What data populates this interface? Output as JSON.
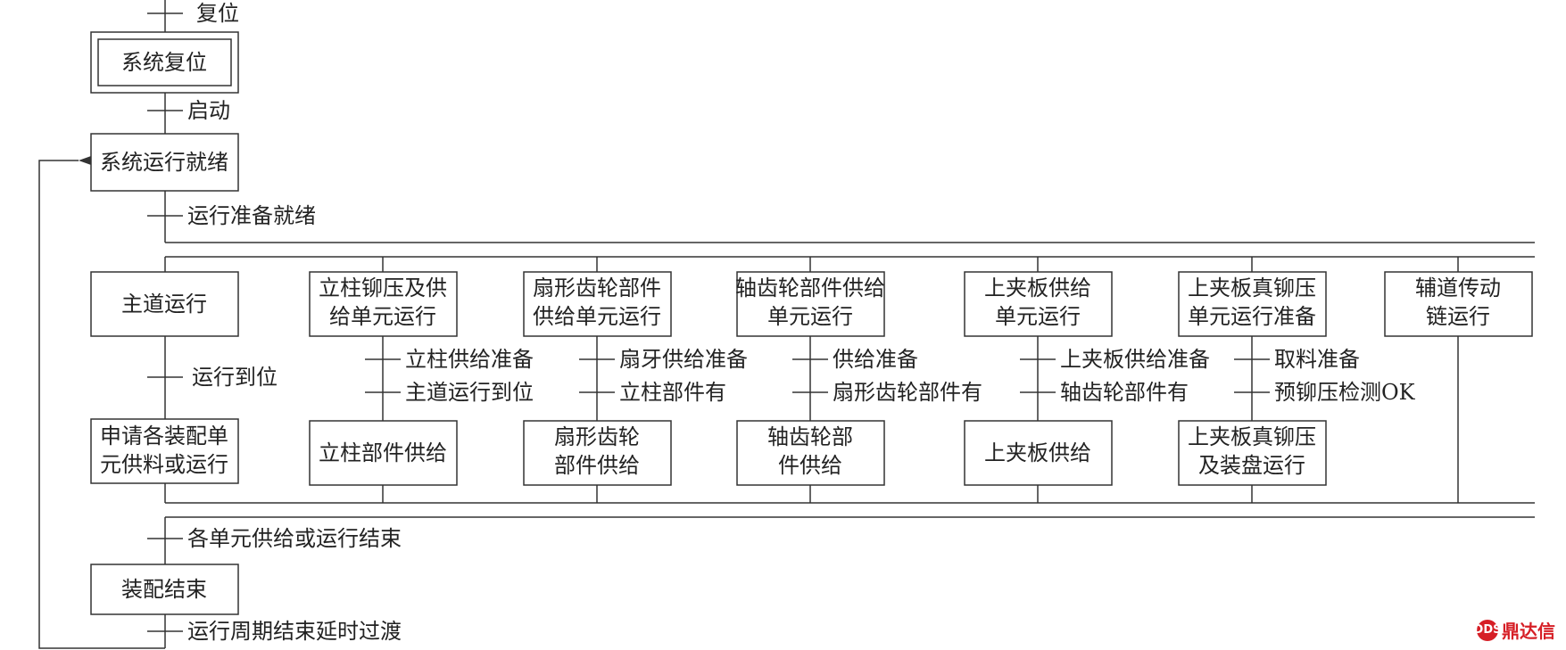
{
  "steps": {
    "reset": "系统复位",
    "ready": "系统运行就绪",
    "main_run": "主道运行",
    "post_apply": "立柱铆压及供给单元运行",
    "sector_unit": "扇形齿轮部件供给单元运行",
    "shaft_unit": "轴齿轮部件供给单元运行",
    "upper_unit": "上夹板供给单元运行",
    "upper_rivet_prep": "上夹板真铆压单元运行准备",
    "aux_chain": "辅道传动链运行",
    "apply_supply": "申请各装配单元供料或运行",
    "post_supply": "立柱部件供给",
    "sector_supply": "扇形齿轮部件供给",
    "shaft_supply": "轴齿轮部件供给",
    "upper_supply": "上夹板供给",
    "upper_rivet_run": "上夹板真铆压及装盘运行",
    "assembly_end": "装配结束"
  },
  "transitions": {
    "t_reset": "复位",
    "t_start": "启动",
    "t_ready": "运行准备就绪",
    "t_arrive": "运行到位",
    "t_post1": "立柱供给准备",
    "t_post2": "主道运行到位",
    "t_sector1": "扇牙供给准备",
    "t_sector2": "立柱部件有",
    "t_shaft1": "供给准备",
    "t_shaft2": "扇形齿轮部件有",
    "t_upper1": "上夹板供给准备",
    "t_upper2": "轴齿轮部件有",
    "t_rivet1": "取料准备",
    "t_rivet2": "预铆压检测OK",
    "t_end": "各单元供给或运行结束",
    "t_cycle": "运行周期结束延时过渡"
  },
  "watermark": {
    "brand": "鼎达信",
    "icon": "dds-logo-icon"
  }
}
